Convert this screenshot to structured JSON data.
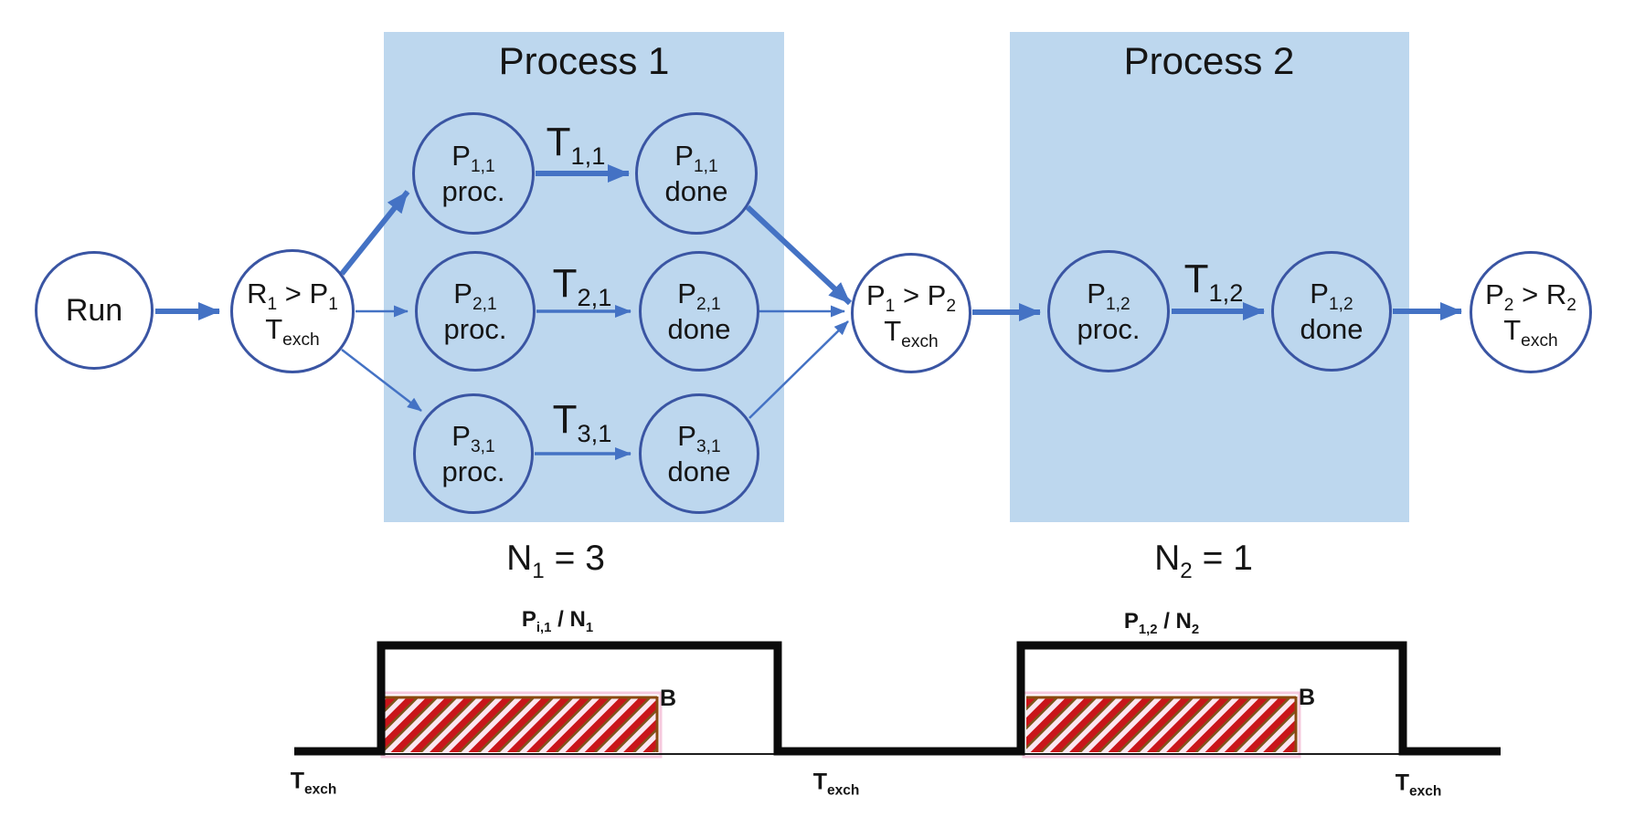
{
  "diagram": {
    "process1": {
      "title": "Process 1",
      "count_label": [
        {
          "t": "N"
        },
        {
          "s": "1"
        },
        {
          "t": " = 3"
        }
      ]
    },
    "process2": {
      "title": "Process 2",
      "count_label": [
        {
          "t": "N"
        },
        {
          "s": "2"
        },
        {
          "t": " = 1"
        }
      ]
    },
    "nodes": {
      "run": {
        "lines": [
          [
            {
              "t": "Run"
            }
          ]
        ]
      },
      "r1_p1": {
        "lines": [
          [
            {
              "t": "R"
            },
            {
              "s": "1"
            },
            {
              "t": " > P"
            },
            {
              "s": "1"
            }
          ],
          [
            {
              "t": "T"
            },
            {
              "s": "exch"
            }
          ]
        ]
      },
      "p11_proc": {
        "lines": [
          [
            {
              "t": "P"
            },
            {
              "s": "1,1"
            }
          ],
          [
            {
              "t": "proc."
            }
          ]
        ]
      },
      "p11_done": {
        "lines": [
          [
            {
              "t": "P"
            },
            {
              "s": "1,1"
            }
          ],
          [
            {
              "t": "done"
            }
          ]
        ]
      },
      "p21_proc": {
        "lines": [
          [
            {
              "t": "P"
            },
            {
              "s": "2,1"
            }
          ],
          [
            {
              "t": "proc."
            }
          ]
        ]
      },
      "p21_done": {
        "lines": [
          [
            {
              "t": "P"
            },
            {
              "s": "2,1"
            }
          ],
          [
            {
              "t": "done"
            }
          ]
        ]
      },
      "p31_proc": {
        "lines": [
          [
            {
              "t": "P"
            },
            {
              "s": "3,1"
            }
          ],
          [
            {
              "t": "proc."
            }
          ]
        ]
      },
      "p31_done": {
        "lines": [
          [
            {
              "t": "P"
            },
            {
              "s": "3,1"
            }
          ],
          [
            {
              "t": "done"
            }
          ]
        ]
      },
      "p1_p2": {
        "lines": [
          [
            {
              "t": "P"
            },
            {
              "s": "1"
            },
            {
              "t": " > P"
            },
            {
              "s": "2"
            }
          ],
          [
            {
              "t": "T"
            },
            {
              "s": "exch"
            }
          ]
        ]
      },
      "p12_proc": {
        "lines": [
          [
            {
              "t": "P"
            },
            {
              "s": "1,2"
            }
          ],
          [
            {
              "t": "proc."
            }
          ]
        ]
      },
      "p12_done": {
        "lines": [
          [
            {
              "t": "P"
            },
            {
              "s": "1,2"
            }
          ],
          [
            {
              "t": "done"
            }
          ]
        ]
      },
      "p2_r2": {
        "lines": [
          [
            {
              "t": "P"
            },
            {
              "s": "2"
            },
            {
              "t": " > R"
            },
            {
              "s": "2"
            }
          ],
          [
            {
              "t": "T"
            },
            {
              "s": "exch"
            }
          ]
        ]
      }
    },
    "edge_labels": {
      "t11": [
        {
          "t": "T"
        },
        {
          "s": "1,1"
        }
      ],
      "t21": [
        {
          "t": "T"
        },
        {
          "s": "2,1"
        }
      ],
      "t31": [
        {
          "t": "T"
        },
        {
          "s": "3,1"
        }
      ],
      "t12": [
        {
          "t": "T"
        },
        {
          "s": "1,2"
        }
      ]
    }
  },
  "timing": {
    "pulse1_label": [
      {
        "t": "P"
      },
      {
        "s": "i,1"
      },
      {
        "t": " / N"
      },
      {
        "s": "1"
      }
    ],
    "pulse2_label": [
      {
        "t": "P"
      },
      {
        "s": "1,2"
      },
      {
        "t": " / N"
      },
      {
        "s": "2"
      }
    ],
    "b1": "B",
    "b2": "B",
    "texch_left": [
      {
        "t": "T"
      },
      {
        "s": "exch"
      }
    ],
    "texch_middle": [
      {
        "t": "T"
      },
      {
        "s": "exch"
      }
    ],
    "texch_right": [
      {
        "t": "T"
      },
      {
        "s": "exch"
      }
    ]
  },
  "colors": {
    "arrow_blue": "#4472C4",
    "circle_stroke": "#3A55A3",
    "box_fill": "#BDD7EE",
    "waveform_black": "#0B0B0B",
    "hatch_red": "#C9151A",
    "hatch_brown": "#7E551C",
    "hatch_pink_bg": "#FBE7F1",
    "hatch_outline_pink": "#F6C9DE",
    "hatch_border_brown": "#8A4A10",
    "text_black": "#151515"
  }
}
